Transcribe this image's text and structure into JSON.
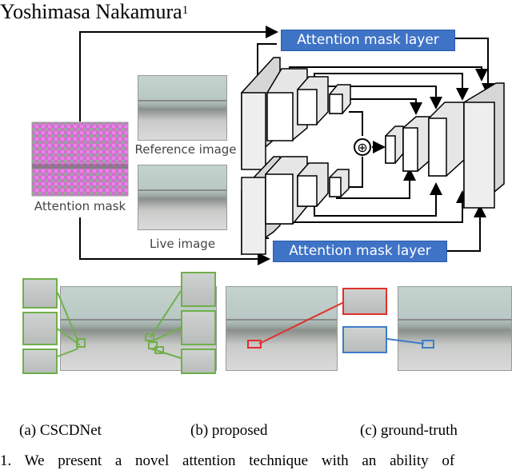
{
  "header": {
    "author_name": "Yoshimasa Nakamura",
    "affiliation_mark": "1"
  },
  "figure": {
    "attention_mask_top": "Attention mask layer",
    "attention_mask_bottom": "Attention mask layer",
    "reference_label": "Reference image",
    "live_label": "Live image",
    "attention_label": "Attention mask",
    "fusion_symbol": "⊕"
  },
  "captions": {
    "a": "(a) CSCDNet",
    "b": "(b) proposed",
    "c": "(c) ground-truth"
  },
  "body": {
    "text": "1.    We present a novel attention technique with an ability of"
  },
  "colors": {
    "mask_layer": "#3f73c6",
    "crop_green": "#6fb04a",
    "crop_red": "#e0302c",
    "crop_blue": "#3d7cc9"
  }
}
